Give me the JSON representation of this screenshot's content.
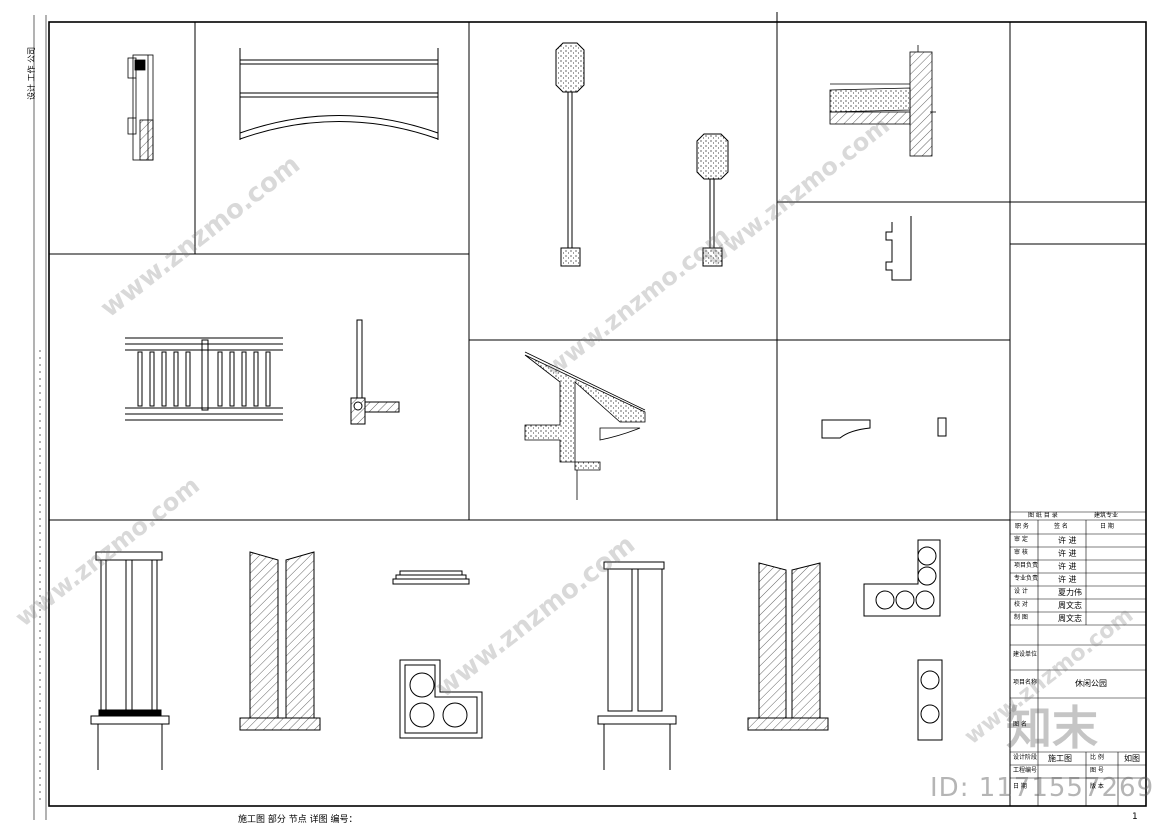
{
  "side_note": "设计 工作 公司",
  "title_block": {
    "header": [
      "图 纸 目 录",
      "建筑专业"
    ],
    "col_heads": [
      "职 务",
      "签 名",
      "日 期"
    ],
    "rows": [
      {
        "role": "审 定",
        "name": "许 进"
      },
      {
        "role": "审 核",
        "name": "许 进"
      },
      {
        "role": "项目负责",
        "name": "许 进"
      },
      {
        "role": "专业负责",
        "name": "许 进"
      },
      {
        "role": "设 计",
        "name": "夏力伟"
      },
      {
        "role": "校 对",
        "name": "周文志"
      },
      {
        "role": "制 图",
        "name": "周文志"
      }
    ],
    "client_label": "建设单位",
    "project_label": "项目名称",
    "project_name": "休闲公园",
    "drawing_label": "图 名",
    "bottom_rows": [
      [
        "设计阶段",
        "施工图",
        "比 例",
        "如图"
      ],
      [
        "工程编号",
        "",
        "图 号",
        ""
      ],
      [
        "日 期",
        "",
        "版 本",
        ""
      ]
    ]
  },
  "bottom_note": "施工图 部分 节点 详图 编号：",
  "page_number": "1",
  "watermark": {
    "site": "www.znzmo.com",
    "logo": "知末",
    "id": "ID: 1171557269"
  }
}
